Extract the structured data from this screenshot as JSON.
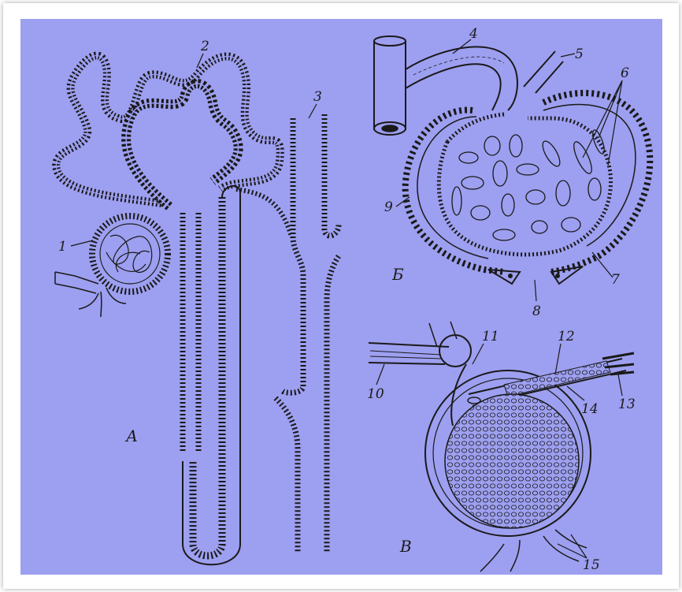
{
  "sections": {
    "a": "А",
    "b": "Б",
    "v": "В"
  },
  "labels": {
    "n1": "1",
    "n2": "2",
    "n3": "3",
    "n4": "4",
    "n5": "5",
    "n6": "6",
    "n7": "7",
    "n8": "8",
    "n9": "9",
    "n10": "10",
    "n11": "11",
    "n12": "12",
    "n13": "13",
    "n14": "14",
    "n15": "15"
  },
  "colors": {
    "background": "#9d9ff0",
    "ink": "#1a1a1a",
    "frame": "#ffffff"
  }
}
